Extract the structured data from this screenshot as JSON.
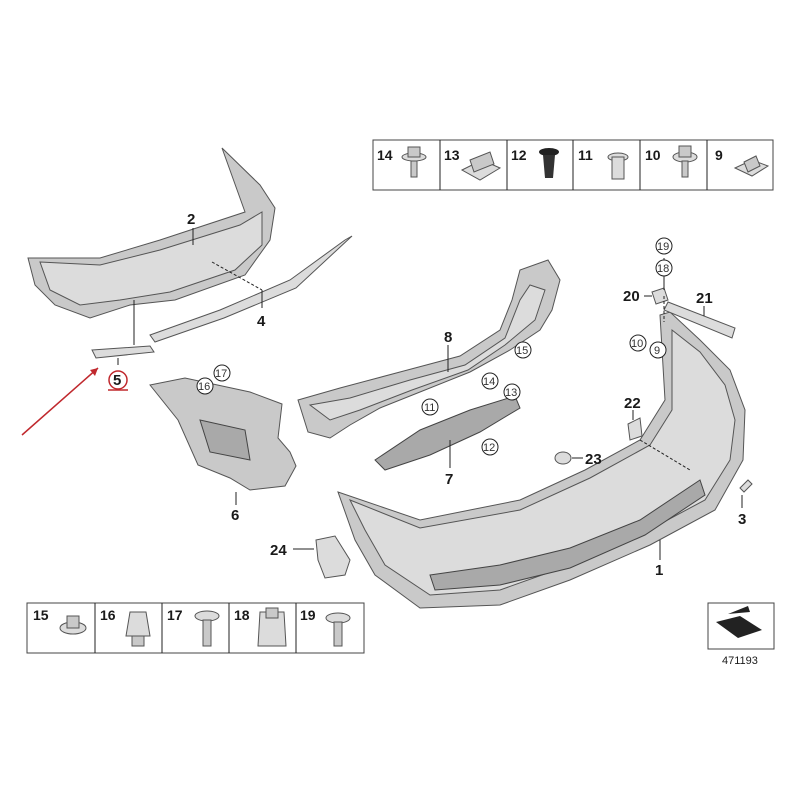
{
  "diagram": {
    "reference_number": "471193",
    "labels": {
      "p1": "1",
      "p2": "2",
      "p3": "3",
      "p4": "4",
      "p5": "5",
      "p6": "6",
      "p7": "7",
      "p8": "8",
      "p9": "9",
      "p10": "10",
      "p11": "11",
      "p12": "12",
      "p13": "13",
      "p14": "14",
      "p15": "15",
      "p16": "16",
      "p17": "17",
      "p18": "18",
      "p19": "19",
      "p20": "20",
      "p21": "21",
      "p22": "22",
      "p23": "23",
      "p24": "24"
    },
    "top_legend": [
      "14",
      "13",
      "12",
      "11",
      "10",
      "9"
    ],
    "bottom_legend": [
      "15",
      "16",
      "17",
      "18",
      "19"
    ],
    "highlight_color": "#c0282d"
  }
}
